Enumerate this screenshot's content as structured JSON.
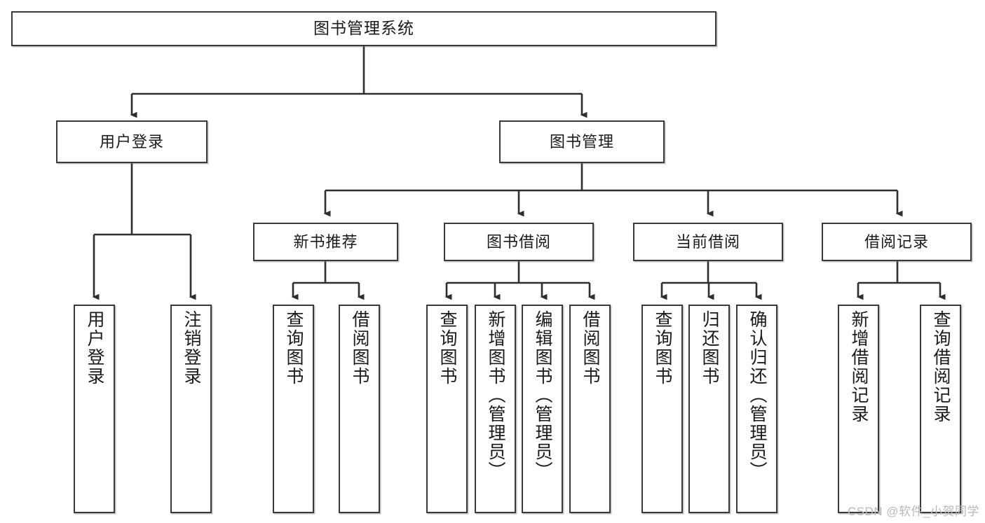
{
  "diagram": {
    "title": "图书管理系统",
    "type": "tree-hierarchy",
    "watermark": "CSDN @软件_小贺同学",
    "colors": {
      "border": "#3a3a3a",
      "text": "#1a1a1a",
      "background": "#ffffff",
      "watermark": "#b9b9b9"
    },
    "levels": {
      "root": {
        "label": "图书管理系统"
      },
      "level2": [
        {
          "label": "用户登录"
        },
        {
          "label": "图书管理"
        }
      ],
      "level3": [
        {
          "label": "新书推荐"
        },
        {
          "label": "图书借阅"
        },
        {
          "label": "当前借阅"
        },
        {
          "label": "借阅记录"
        }
      ],
      "leaves": {
        "user_login": [
          {
            "label": "用户登录"
          },
          {
            "label": "注销登录"
          }
        ],
        "new_book_recommend": [
          {
            "label": "查询图书"
          },
          {
            "label": "借阅图书"
          }
        ],
        "book_borrow": [
          {
            "label": "查询图书"
          },
          {
            "label": "新增图书（管理员）"
          },
          {
            "label": "编辑图书（管理员）"
          },
          {
            "label": "借阅图书"
          }
        ],
        "current_borrow": [
          {
            "label": "查询图书"
          },
          {
            "label": "归还图书"
          },
          {
            "label": "确认归还（管理员）"
          }
        ],
        "borrow_record": [
          {
            "label": "新增借阅记录"
          },
          {
            "label": "查询借阅记录"
          }
        ]
      }
    }
  }
}
